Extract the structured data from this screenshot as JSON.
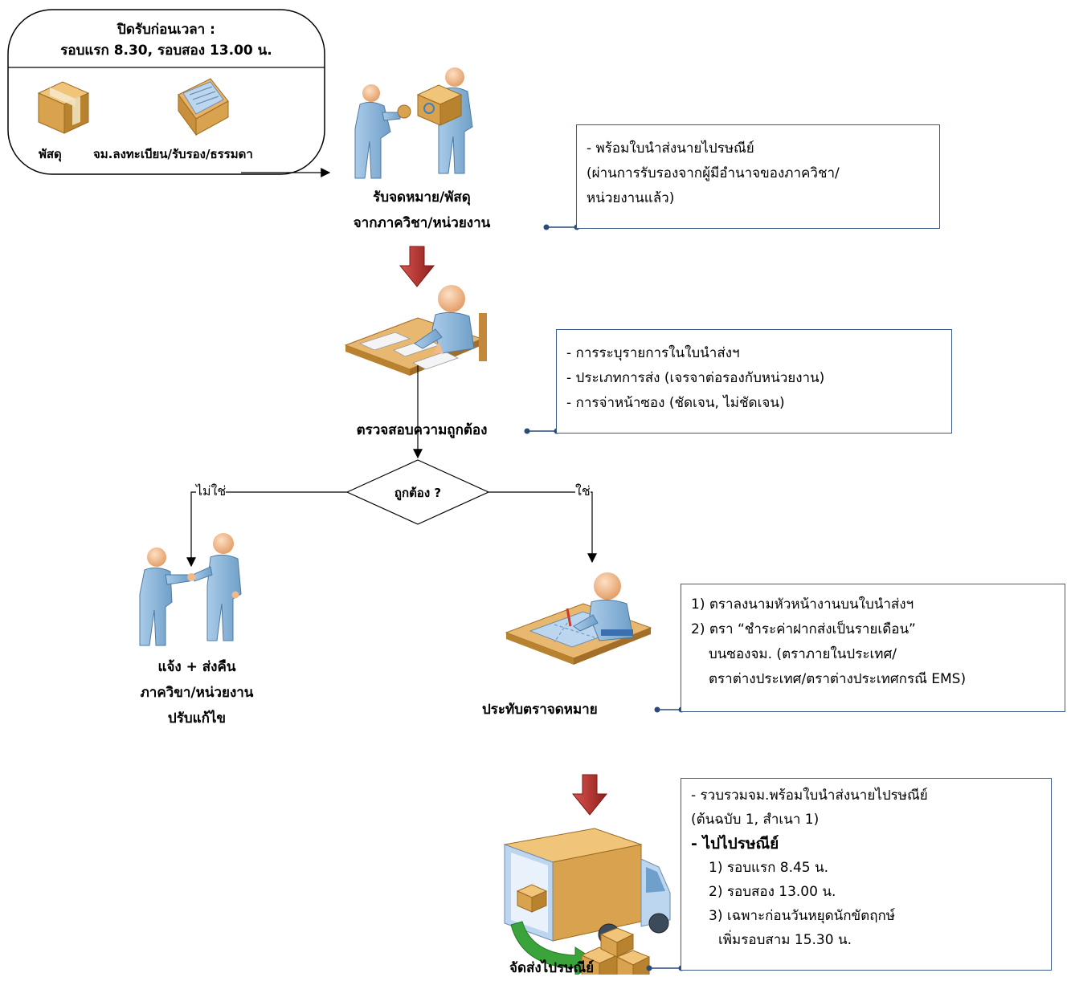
{
  "intake": {
    "line1": "ปิดรับก่อนเวลา :",
    "line2": "รอบแรก 8.30, รอบสอง 13.00 น.",
    "item_parcel": "พัสดุ",
    "item_letters": "จม.ลงทะเบียน/รับรอง/ธรรมดา",
    "icons": [
      "parcel-box-icon",
      "envelope-icon"
    ]
  },
  "steps": {
    "receive": [
      "รับจดหมาย/พัสดุ",
      "จากภาควิชา/หน่วยงาน"
    ],
    "check": "ตรวจสอบความถูกต้อง",
    "decision": "ถูกต้อง ?",
    "no_label": "ไม่ใช่",
    "yes_label": "ใช่",
    "return": [
      "แจ้ง + ส่งคืน",
      "ภาควิขา/หน่วยงาน",
      "ปรับแก้ไข"
    ],
    "stamp": "ประทับตราจดหมาย",
    "dispatch": "จัดส่งไปรษณีย์"
  },
  "notes": {
    "receive": [
      "- พร้อมใบนำส่งนายไปรษณีย์",
      "(ผ่านการรับรองจากผู้มีอำนาจของภาควิชา/",
      "หน่วยงานแล้ว)"
    ],
    "check": [
      "- การระบุรายการในใบนำส่งฯ",
      "- ประเภทการส่ง (เจรจาต่อรองกับหน่วยงาน)",
      "- การจ่าหน้าซอง (ชัดเจน, ไม่ชัดเจน)"
    ],
    "stamp": [
      "1) ตราลงนามหัวหน้างานบนใบนำส่งฯ",
      "2) ตรา “ชำระค่าฝากส่งเป็นรายเดือน”",
      "บนซองจม. (ตราภายในประเทศ/",
      "ตราต่างประเทศ/ตราต่างประเทศกรณี EMS)"
    ],
    "dispatch": [
      "- รวบรวมจม.พร้อมใบนำส่งนายไปรษณีย์",
      "(ต้นฉบับ 1, สำเนา 1)",
      "- ไปไปรษณีย์",
      "1) รอบแรก  8.45 น.",
      "2) รอบสอง 13.00 น.",
      "3) เฉพาะก่อนวันหยุดนักขัตฤกษ์",
      "เพิ่มรอบสาม 15.30 น."
    ]
  },
  "colors": {
    "figure_body": "#8fb8dc",
    "figure_head": "#f2b98a",
    "box_brown": "#d4a052",
    "arrow_red": "#b0302c",
    "note_border": "#3b5a8c",
    "green_arrow": "#3aa33a"
  }
}
